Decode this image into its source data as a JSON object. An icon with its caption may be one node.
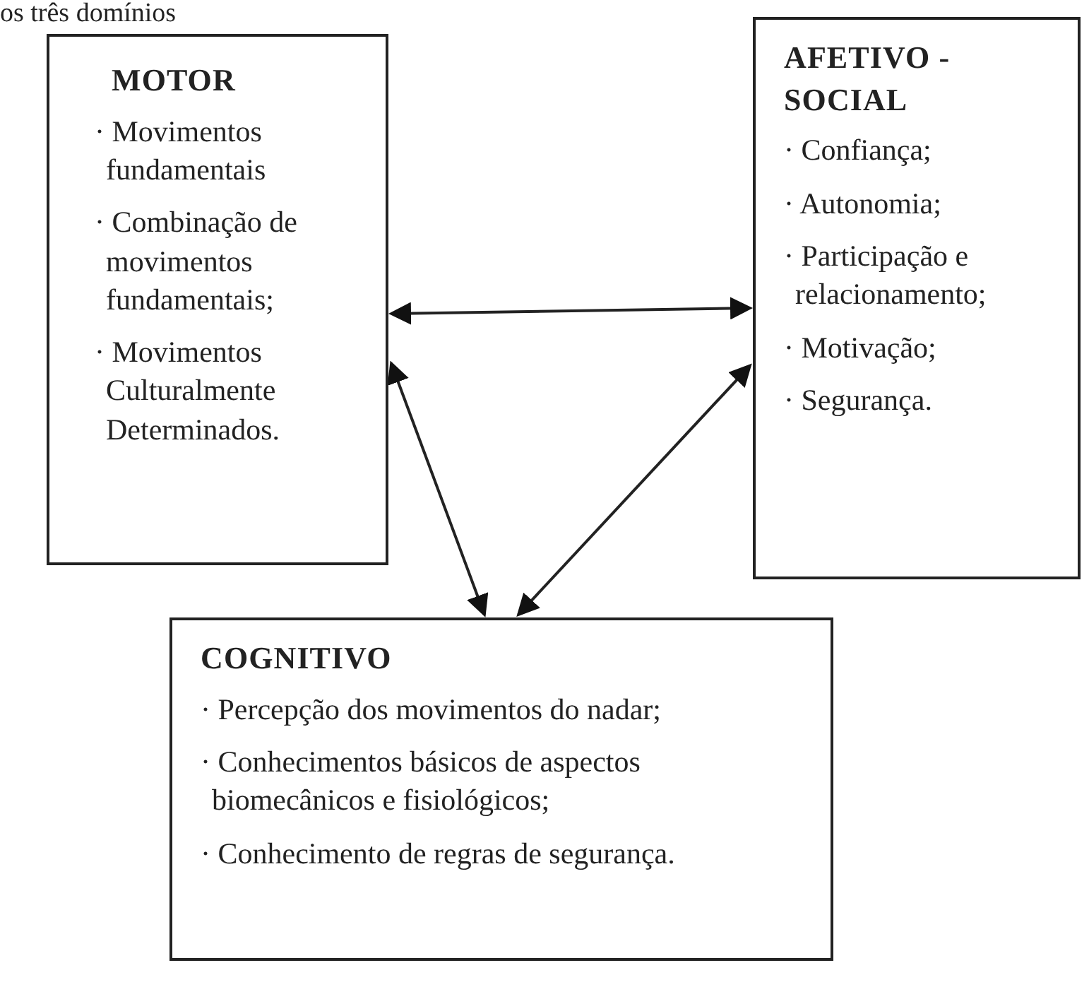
{
  "diagram": {
    "nodes": [
      {
        "text": [
          "MOTOR",
          "· Movimentos fundamentais",
          "· Combinação de movimentos fundamentais;",
          "· Movimentos Culturalmente Determinados."
        ]
      },
      {
        "text": [
          "AFETIVO - SOCIAL",
          "· Confiança;",
          "· Autonomia;",
          "· Participação e relacionamento;",
          "· Motivação;",
          "· Segurança."
        ]
      },
      {
        "text": [
          "COGNITIVO",
          "· Percepção dos movimentos do nadar;",
          "· Conhecimentos básicos de aspectos biomecânicos e fisiológicos;",
          "· Conhecimento de regras de segurança."
        ]
      }
    ],
    "edges": [
      {
        "from": 0,
        "to": 1,
        "arrow": "both"
      },
      {
        "from": 0,
        "to": 2,
        "arrow": "both"
      },
      {
        "from": 1,
        "to": 2,
        "arrow": "both"
      }
    ],
    "labels": [
      "os três domínios"
    ]
  }
}
